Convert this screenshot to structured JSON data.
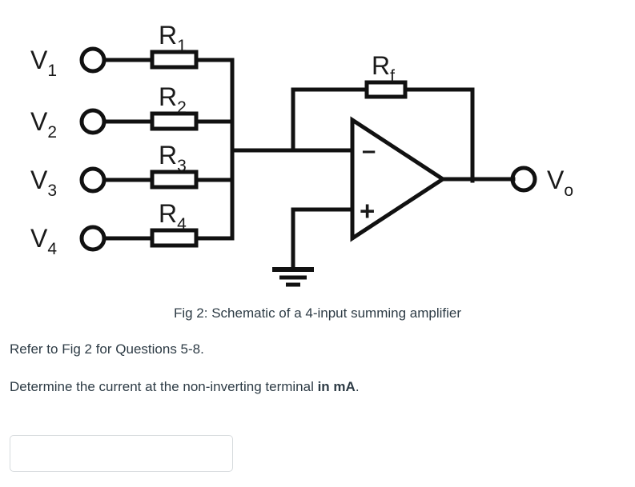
{
  "figure": {
    "name": "summing-amplifier-schematic",
    "caption": "Fig 2: Schematic of a 4-input summing amplifier",
    "inputs": [
      {
        "source_label": "V",
        "source_sub": "1",
        "resistor_label": "R",
        "resistor_sub": "1"
      },
      {
        "source_label": "V",
        "source_sub": "2",
        "resistor_label": "R",
        "resistor_sub": "2"
      },
      {
        "source_label": "V",
        "source_sub": "3",
        "resistor_label": "R",
        "resistor_sub": "3"
      },
      {
        "source_label": "V",
        "source_sub": "4",
        "resistor_label": "R",
        "resistor_sub": "4"
      }
    ],
    "feedback": {
      "resistor_label": "R",
      "resistor_sub": "f"
    },
    "output": {
      "label": "V",
      "sub": "o"
    },
    "opamp": {
      "inverting_symbol": "–",
      "noninverting_symbol": "+"
    },
    "ground": "ground-symbol",
    "colors": {
      "wire": "#111111",
      "label": "#1a1a1a",
      "background": "#ffffff"
    }
  },
  "body": {
    "refer_text": "Refer to Fig 2 for Questions 5-8.",
    "question_lead": "Determine the current at the non-inverting terminal ",
    "question_bold": "in mA",
    "question_tail": "."
  },
  "answer": {
    "value": "",
    "placeholder": ""
  }
}
